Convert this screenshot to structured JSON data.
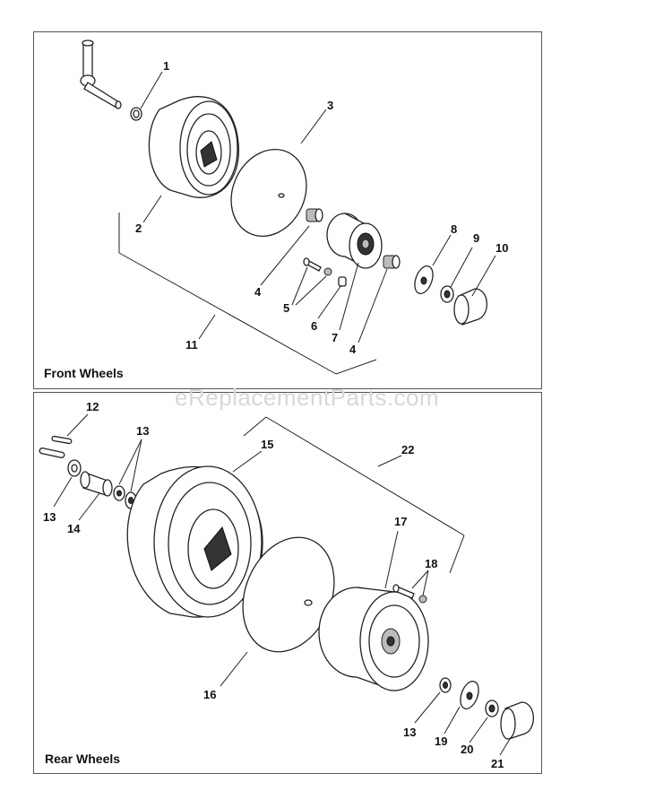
{
  "panels": {
    "front_title": "Front Wheels",
    "rear_title": "Rear Wheels"
  },
  "watermark": "eReplacementParts.com",
  "callouts": {
    "c1": "1",
    "c2": "2",
    "c3": "3",
    "c4a": "4",
    "c4b": "4",
    "c5": "5",
    "c6": "6",
    "c7": "7",
    "c8": "8",
    "c9": "9",
    "c10": "10",
    "c11": "11",
    "c12": "12",
    "c13a": "13",
    "c13b": "13",
    "c13c": "13",
    "c14": "14",
    "c15": "15",
    "c16": "16",
    "c17": "17",
    "c18": "18",
    "c19": "19",
    "c20": "20",
    "c21": "21",
    "c22": "22"
  }
}
